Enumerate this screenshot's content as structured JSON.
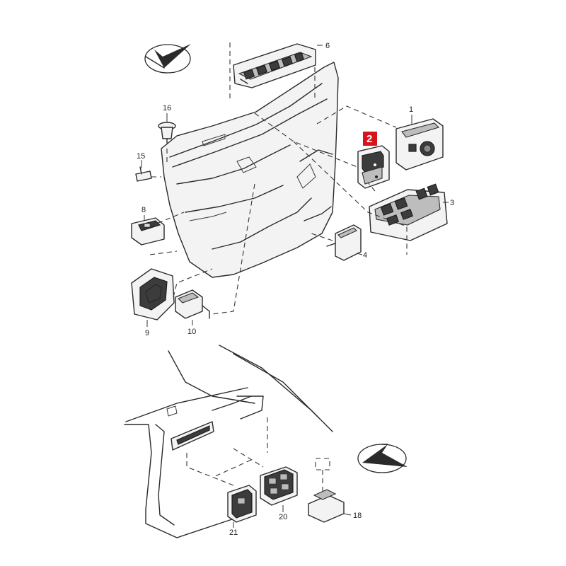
{
  "callouts": [
    {
      "id": "1",
      "label": "1"
    },
    {
      "id": "2",
      "label": "2",
      "highlight": true
    },
    {
      "id": "3",
      "label": "3"
    },
    {
      "id": "4",
      "label": "4"
    },
    {
      "id": "6",
      "label": "6"
    },
    {
      "id": "8",
      "label": "8"
    },
    {
      "id": "9",
      "label": "9"
    },
    {
      "id": "10",
      "label": "10"
    },
    {
      "id": "15",
      "label": "15"
    },
    {
      "id": "16",
      "label": "16"
    },
    {
      "id": "18",
      "label": "18"
    },
    {
      "id": "20",
      "label": "20"
    },
    {
      "id": "21",
      "label": "21"
    }
  ],
  "colors": {
    "highlight": "#d7141b",
    "line": "#2a2a2a",
    "background": "#ffffff"
  },
  "icons": [
    "direction-compass-icon",
    "direction-compass-icon"
  ]
}
